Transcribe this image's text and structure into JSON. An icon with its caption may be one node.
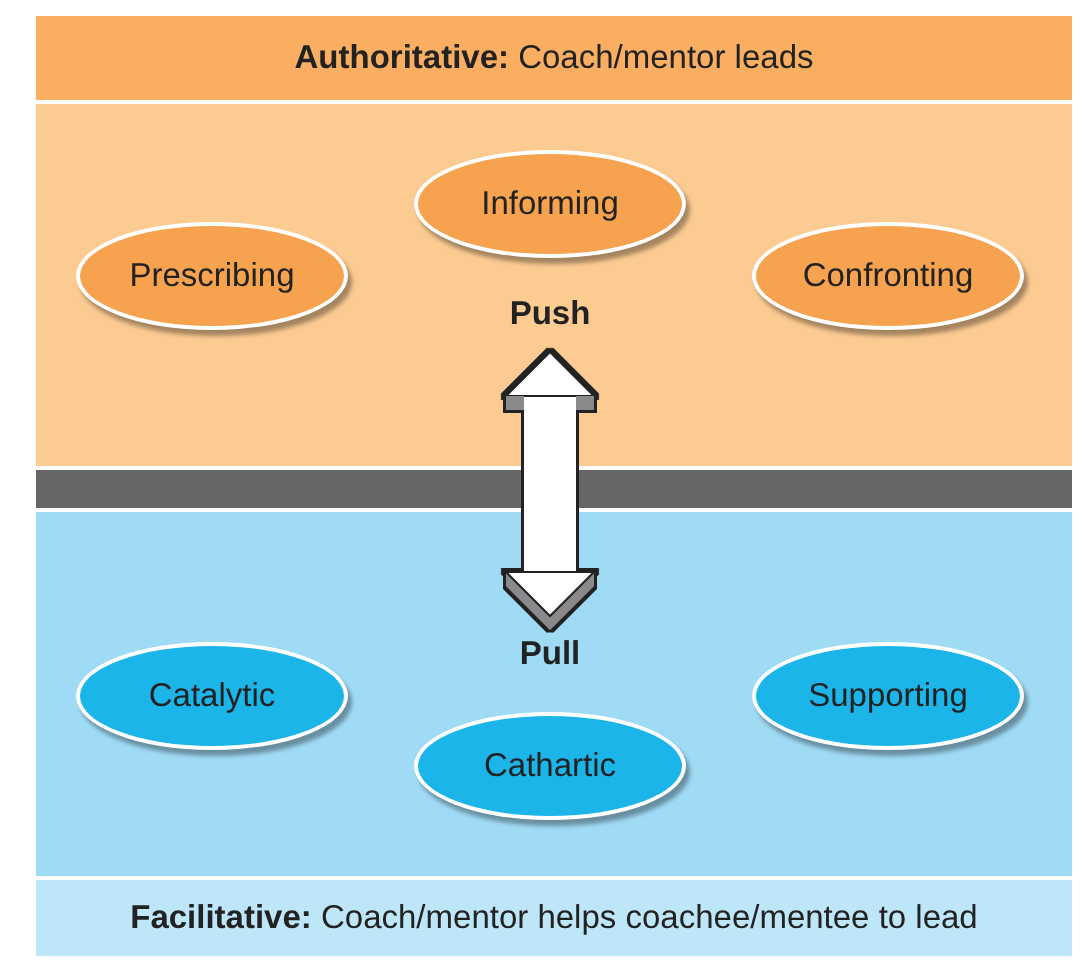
{
  "diagram": {
    "nodes": [
      {
        "text": [
          "**Authoritative:** Coach/mentor leads"
        ]
      },
      {
        "text": [
          "Prescribing"
        ]
      },
      {
        "text": [
          "Informing"
        ]
      },
      {
        "text": [
          "Confronting"
        ]
      },
      {
        "text": [
          "Push"
        ]
      },
      {
        "text": [
          "Pull"
        ]
      },
      {
        "text": [
          "Catalytic"
        ]
      },
      {
        "text": [
          "Cathartic"
        ]
      },
      {
        "text": [
          "Supporting"
        ]
      },
      {
        "text": [
          "**Facilitative:** Coach/mentor helps coachee/mentee to lead"
        ]
      }
    ],
    "edges": [
      {
        "from": 4,
        "to": 5,
        "arrow": "both"
      }
    ]
  }
}
